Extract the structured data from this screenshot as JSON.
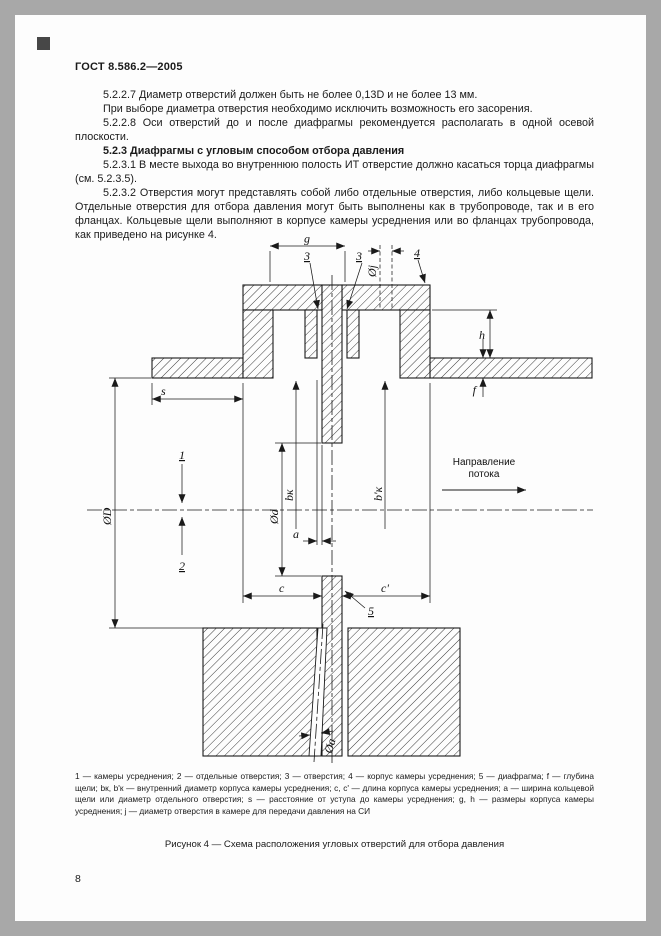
{
  "page": {
    "header": "ГОСТ 8.586.2—2005",
    "page_number": "8"
  },
  "content": {
    "p1": "5.2.2.7 Диаметр отверстий должен быть не более 0,13D и не более 13 мм.",
    "p2": "При выборе диаметра отверстия необходимо исключить возможность его засорения.",
    "p3": "5.2.2.8 Оси отверстий до и после диафрагмы рекомендуется располагать в одной осевой плоскости.",
    "p4": "5.2.3 Диафрагмы с угловым способом отбора давления",
    "p5": "5.2.3.1 В месте выхода во внутреннюю полость ИТ отверстие должно касаться торца диафрагмы (см. 5.2.3.5).",
    "p6": "5.2.3.2 Отверстия могут представлять собой либо отдельные отверстия, либо кольцевые щели. Отдельные отверстия для отбора давления могут быть выполнены как в трубопроводе, так и в его фланцах. Кольцевые щели выполняют в корпусе камеры усреднения или во фланцах трубопровода, как приведено на рисунке 4."
  },
  "figure": {
    "labels": {
      "g": "g",
      "pos3_left": "3",
      "pos3_right": "3",
      "dj": "Øj",
      "pos4": "4",
      "h": "h",
      "f": "f",
      "s": "s",
      "a": "a",
      "pos1": "1",
      "pos2": "2",
      "dD": "ØD",
      "dd": "Ød",
      "bk": "bк",
      "bk_prime": "b'к",
      "c": "c",
      "c_prime": "c'",
      "pos5": "5",
      "da": "Øa",
      "flow1": "Направление",
      "flow2": "потока"
    },
    "legend": "1 — камеры усреднения; 2 — отдельные отверстия; 3 — отверстия; 4 — корпус камеры усреднения; 5 — диафрагма; f — глубина щели; bк, b'к — внутренний диаметр корпуса камеры усреднения; c, c' — длина корпуса камеры усреднения; a — ширина кольцевой щели или диаметр отдельного отверстия; s — расстояние от уступа до камеры усреднения; g, h — размеры корпуса камеры усреднения; j — диаметр отверстия в камере для передачи давления на СИ",
    "caption": "Рисунок 4 — Схема расположения угловых отверстий для отбора давления"
  }
}
